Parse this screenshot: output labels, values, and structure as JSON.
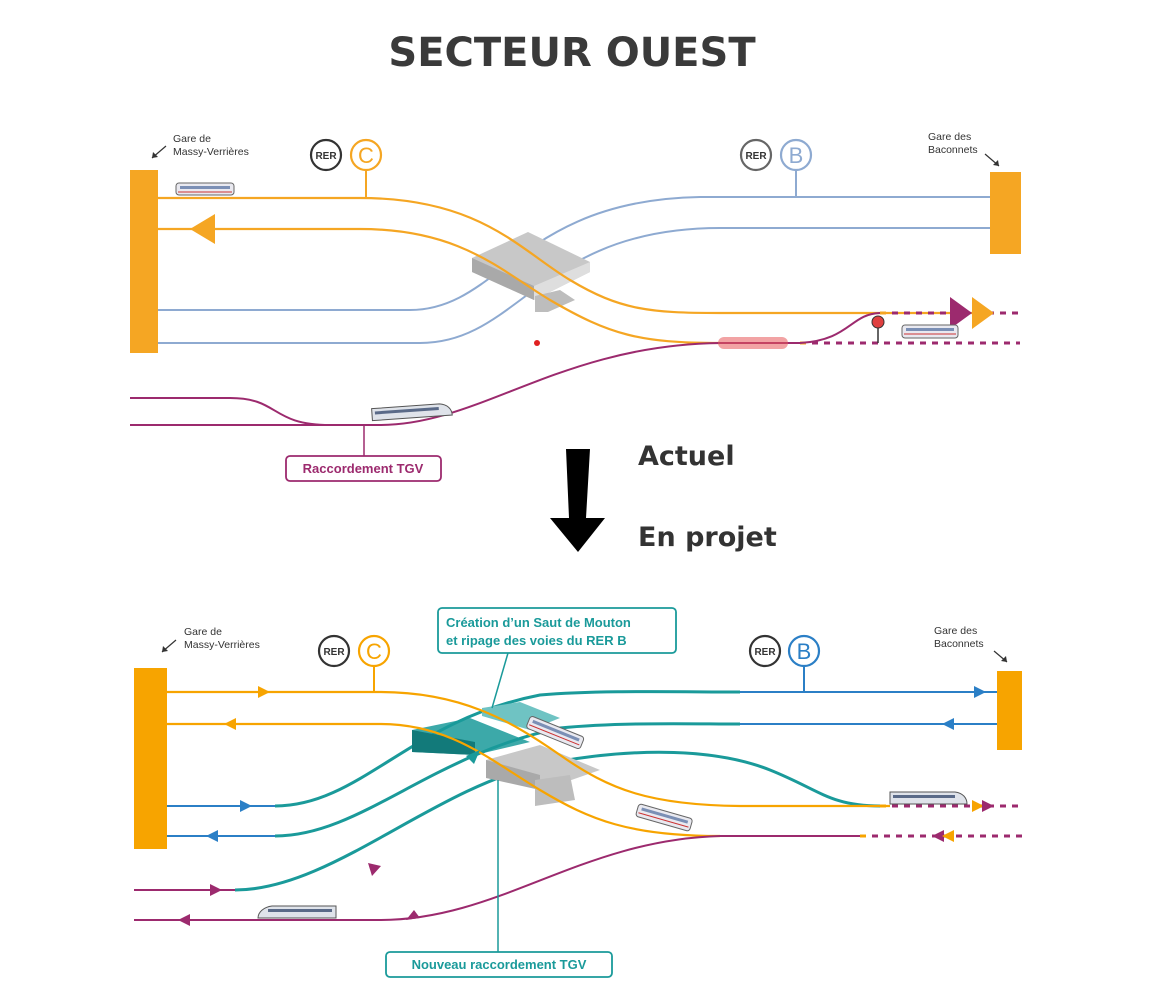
{
  "title": "SECTEUR OUEST",
  "transition": {
    "from": "Actuel",
    "to": "En projet"
  },
  "stations": {
    "west_line1": "Gare de",
    "west_line2": "Massy-Verrières",
    "east_line1": "Gare des",
    "east_line2": "Baconnets"
  },
  "rer_label": "RER",
  "lines": {
    "c": "C",
    "b": "B"
  },
  "callouts": {
    "tgv_current": "Raccordement TGV",
    "saut_line1": "Création d’un Saut de Mouton",
    "saut_line2": "et ripage des voies du RER B",
    "tgv_new": "Nouveau raccordement TGV"
  },
  "colors": {
    "rer_c": "#f5a623",
    "rer_b_current": "#8eaad1",
    "rer_b_project": "#2b7fc6",
    "new_track": "#1a9a9a",
    "tgv": "#9c2a6e",
    "station_block": "#f5a623",
    "title": "#3a3a3a"
  },
  "icons": [
    "down-arrow-icon",
    "signal-icon",
    "train-icon",
    "tgv-train-icon",
    "direction-arrow-icon"
  ]
}
